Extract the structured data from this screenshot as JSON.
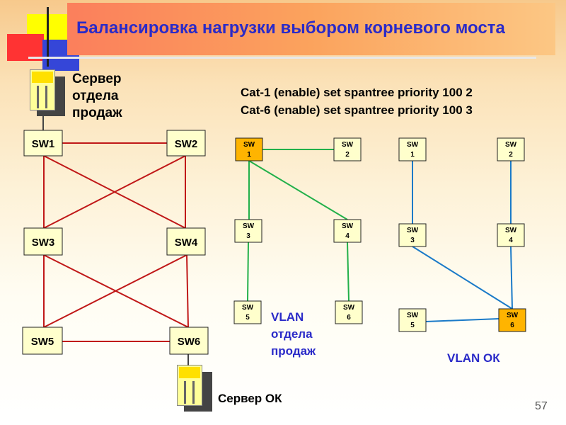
{
  "title": "Балансировка нагрузки выбором корневого моста",
  "server_sales_label": [
    "Сервер",
    "отдела",
    "продаж"
  ],
  "server_ok_label": "Сервер ОК",
  "commands": [
    "Cat-1 (enable) set spantree  priority 100 2",
    "Cat-6 (enable) set spantree  priority 100 3"
  ],
  "left_switches": [
    "SW1",
    "SW2",
    "SW3",
    "SW4",
    "SW5",
    "SW6"
  ],
  "vlan_sales": {
    "label": [
      "VLAN",
      "отдела",
      "продаж"
    ],
    "switches": [
      [
        "SW",
        "1"
      ],
      [
        "SW",
        "2"
      ],
      [
        "SW",
        "3"
      ],
      [
        "SW",
        "4"
      ],
      [
        "SW",
        "5"
      ],
      [
        "SW",
        "6"
      ]
    ],
    "root": 0
  },
  "vlan_ok": {
    "label": "VLAN ОК",
    "switches": [
      [
        "SW",
        "1"
      ],
      [
        "SW",
        "2"
      ],
      [
        "SW",
        "3"
      ],
      [
        "SW",
        "4"
      ],
      [
        "SW",
        "5"
      ],
      [
        "SW",
        "6"
      ]
    ],
    "root": 5
  },
  "colors": {
    "title": "#2a2ac8",
    "red_link": "#c01818",
    "green_link": "#22b04a",
    "blue_link": "#1a7ac8",
    "switch_fill": "#ffffcc",
    "root_fill": "#ffb400"
  },
  "page_number": "57"
}
